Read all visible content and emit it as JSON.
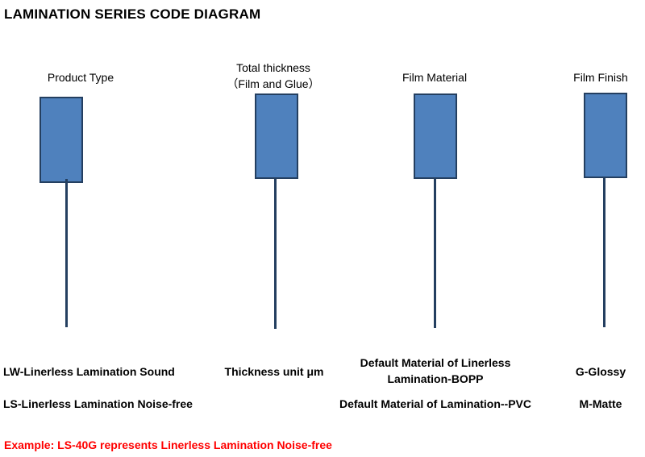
{
  "title": "LAMINATION SERIES CODE DIAGRAM",
  "colors": {
    "box_fill": "#4f81bd",
    "box_border": "#243f60",
    "stem": "#243f60",
    "example_text": "#ff0000"
  },
  "columns": [
    {
      "label_lines": [
        "Product Type"
      ],
      "descriptions": [
        "LW-Linerless Lamination Sound",
        "LS-Linerless Lamination Noise-free"
      ]
    },
    {
      "label_lines": [
        "Total thickness",
        "（Film and Glue）"
      ],
      "descriptions": [
        "Thickness unit μm"
      ]
    },
    {
      "label_lines": [
        "Film Material"
      ],
      "descriptions": [
        "Default Material of Linerless",
        "Lamination-BOPP",
        "Default Material of Lamination--PVC"
      ]
    },
    {
      "label_lines": [
        "Film Finish"
      ],
      "descriptions": [
        "G-Glossy",
        "M-Matte"
      ]
    }
  ],
  "example": "Example: LS-40G represents Linerless Lamination Noise-free"
}
